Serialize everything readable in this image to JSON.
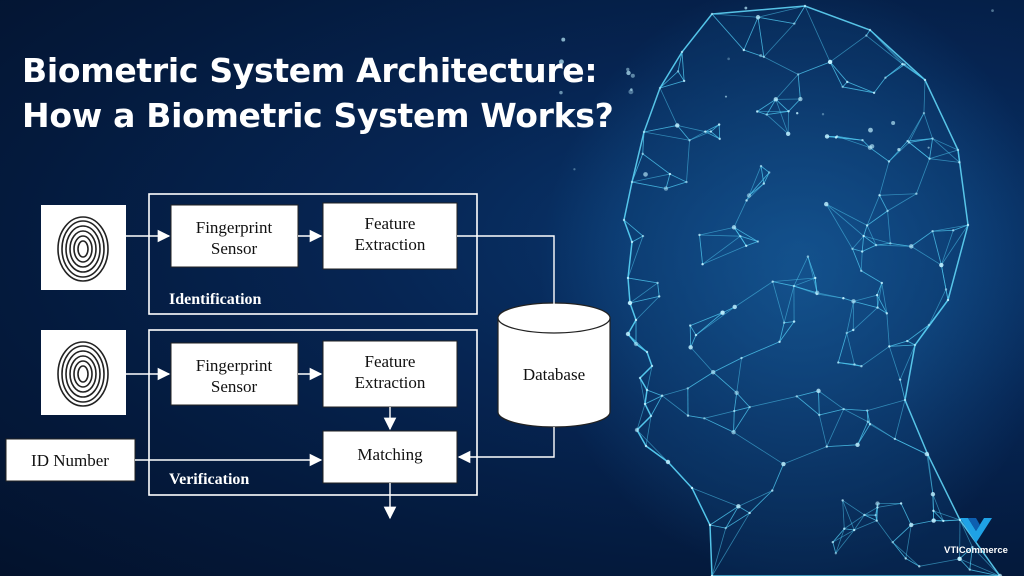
{
  "page": {
    "title_line1": "Biometric System Architecture:",
    "title_line2": "How a Biometric System Works?"
  },
  "diagram": {
    "identification": {
      "input_icon": "fingerprint-icon",
      "sensor_line1": "Fingerprint",
      "sensor_line2": "Sensor",
      "feature_line1": "Feature",
      "feature_line2": "Extraction",
      "label": "Identification"
    },
    "verification": {
      "input_icon": "fingerprint-icon",
      "sensor_line1": "Fingerprint",
      "sensor_line2": "Sensor",
      "feature_line1": "Feature",
      "feature_line2": "Extraction",
      "matching": "Matching",
      "label": "Verification"
    },
    "id_number": "ID Number",
    "database": "Database"
  },
  "brand": {
    "name": "VTICommerce",
    "logo_icon": "v-logo-icon"
  },
  "colors": {
    "background": "#062553",
    "accent_glow": "#29b6e8",
    "box_fill": "#ffffff",
    "line": "#ffffff"
  }
}
